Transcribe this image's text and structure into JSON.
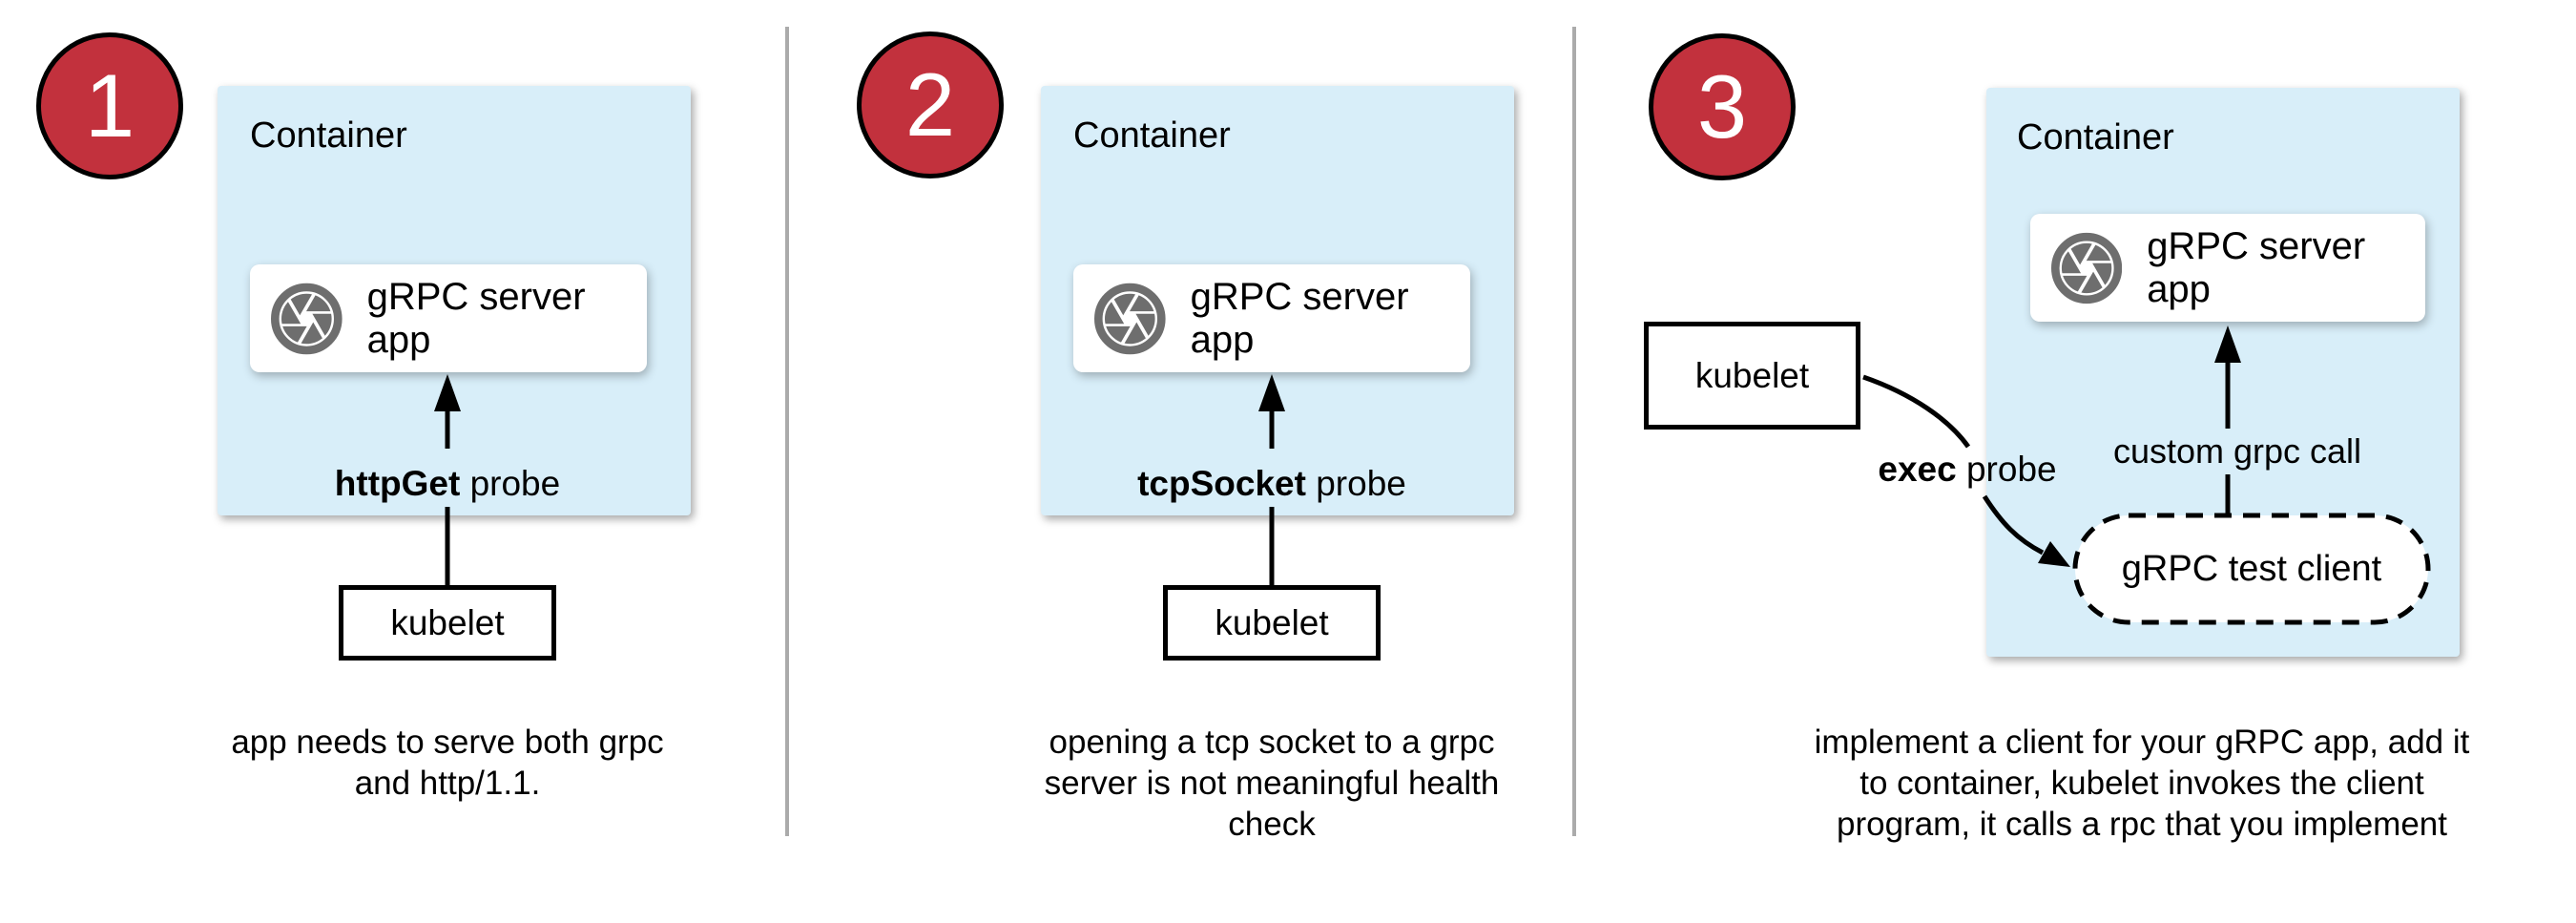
{
  "colors": {
    "badge_red": "#C2313D",
    "container_blue": "#D8EEF9",
    "icon_gray": "#6E6E6E",
    "divider_gray": "#ABABAB",
    "text_black": "#000000"
  },
  "panels": [
    {
      "badge": "1",
      "container_label": "Container",
      "app_label": "gRPC server app",
      "app_icon": "aperture-shutter-icon",
      "probe_keyword": "httpGet",
      "probe_suffix": " probe",
      "kubelet_label": "kubelet",
      "caption": "app needs to serve both grpc\nand http/1.1."
    },
    {
      "badge": "2",
      "container_label": "Container",
      "app_label": "gRPC server app",
      "app_icon": "aperture-shutter-icon",
      "probe_keyword": "tcpSocket",
      "probe_suffix": " probe",
      "kubelet_label": "kubelet",
      "caption": "opening a tcp socket to a grpc\nserver is not meaningful health\ncheck"
    },
    {
      "badge": "3",
      "container_label": "Container",
      "app_label": "gRPC server app",
      "app_icon": "aperture-shutter-icon",
      "probe_keyword": "exec",
      "probe_suffix": " probe",
      "kubelet_label": "kubelet",
      "custom_call_label": "custom grpc call",
      "test_client_label": "gRPC test client",
      "caption": "implement a client for your gRPC app, add it\nto container, kubelet invokes the client\nprogram, it calls a rpc that you implement"
    }
  ]
}
